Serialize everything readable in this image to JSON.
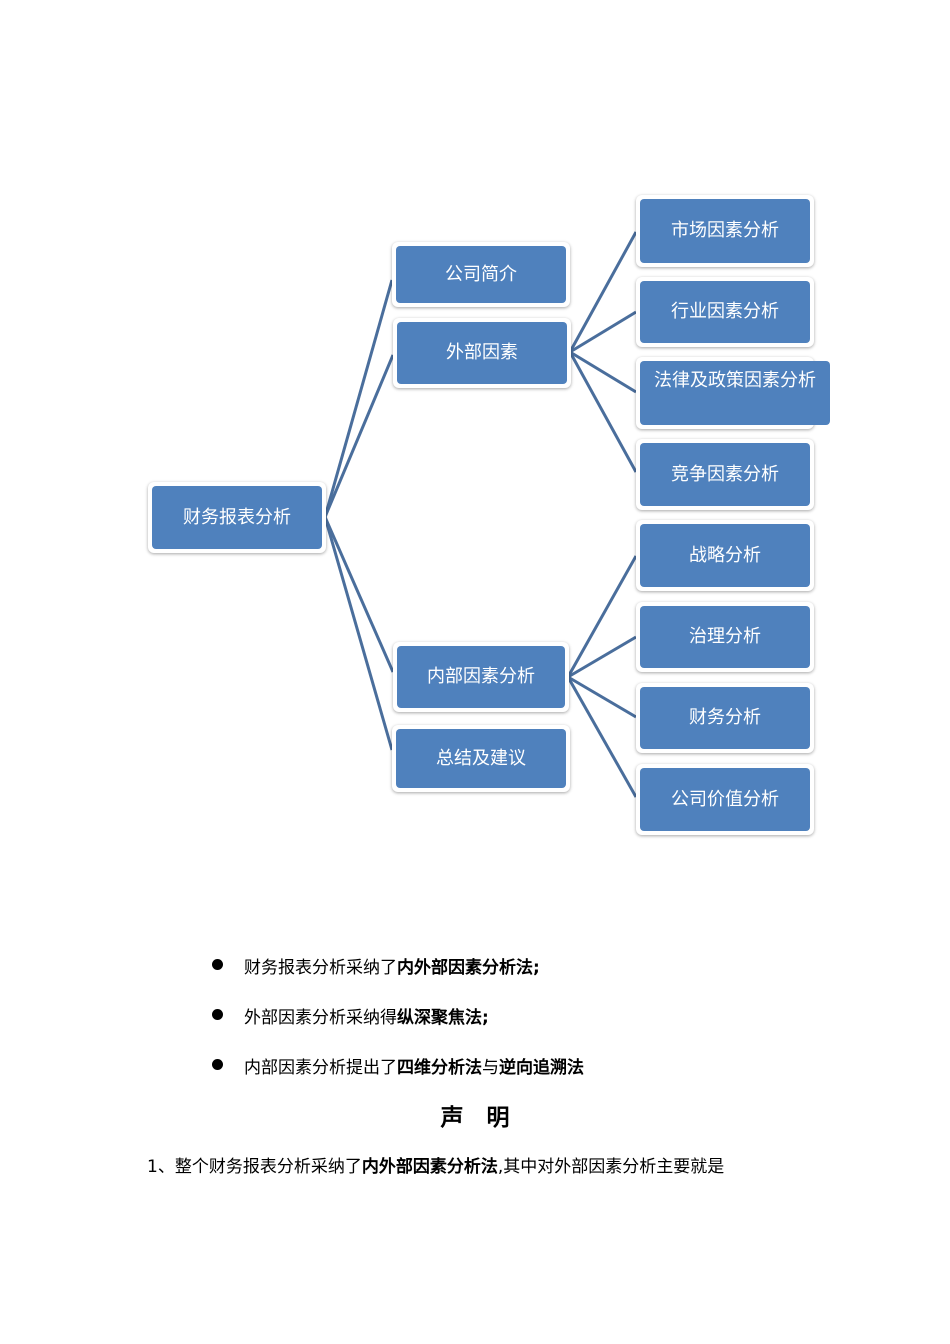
{
  "diagram": {
    "root": "财务报表分析",
    "level1": [
      "公司简介",
      "外部因素",
      "内部因素分析",
      "总结及建议"
    ],
    "external": [
      "市场因素分析",
      "行业因素分析",
      "法律及政策因素分析",
      "竞争因素分析"
    ],
    "internal": [
      "战略分析",
      "治理分析",
      "财务分析",
      "公司价值分析"
    ]
  },
  "bullets": [
    {
      "text": "财务报表分析采纳了",
      "bold": "内外部因素分析法;"
    },
    {
      "text": "外部因素分析采纳得",
      "bold": "纵深聚焦法;"
    },
    {
      "text": "内部因素分析提出了",
      "bold": "四维分析法",
      "text2": "与",
      "bold2": "逆向追溯法"
    }
  ],
  "heading": "声　明",
  "paragraph": {
    "prefix": "1、整个财务报表分析采纳了",
    "bold": "内外部因素分析法",
    "suffix": ",其中对外部因素分析主要就是"
  }
}
